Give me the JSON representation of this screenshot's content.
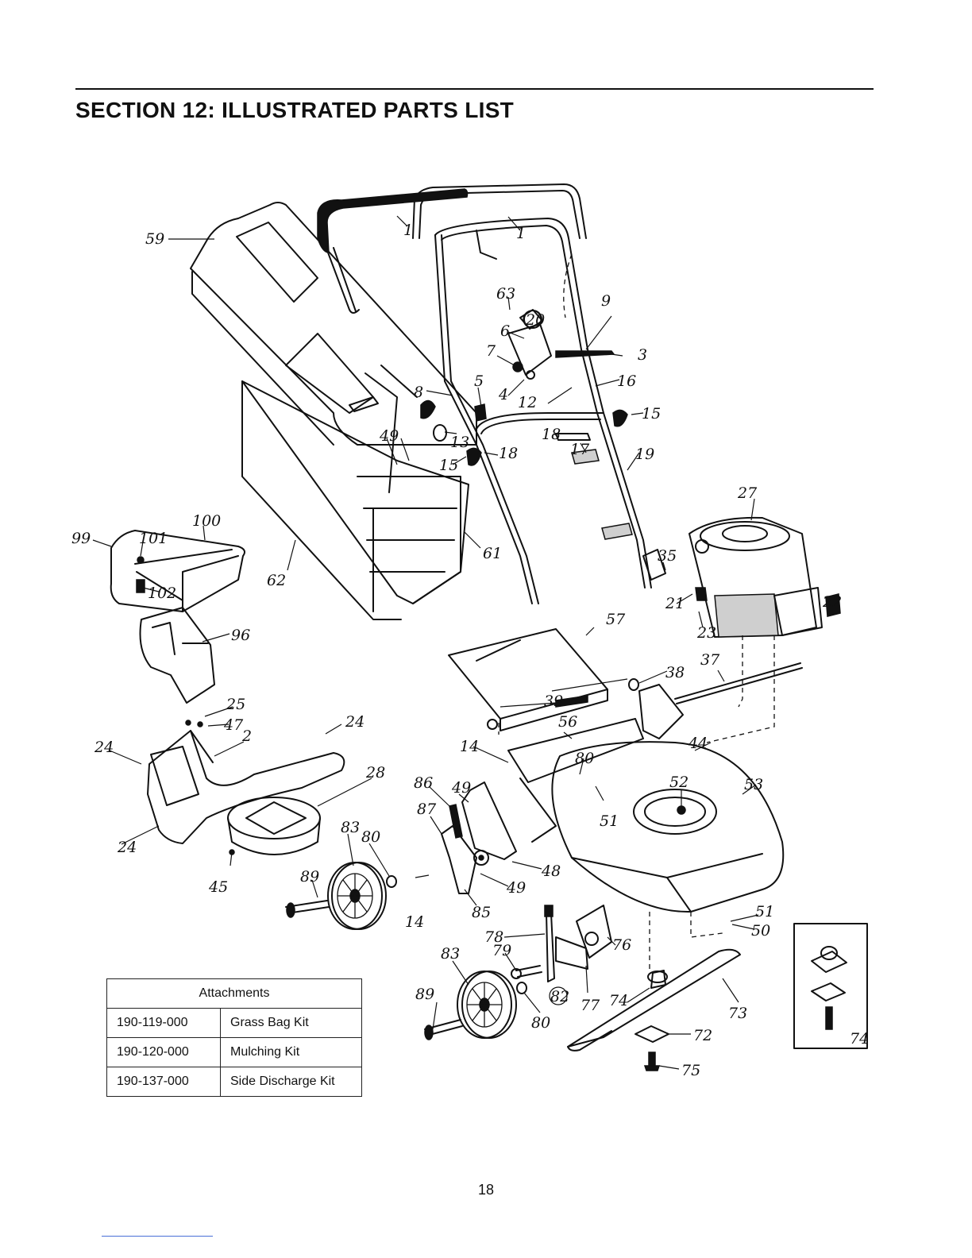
{
  "page": {
    "section_title": "SECTION 12:  ILLUSTRATED PARTS LIST",
    "page_number": "18"
  },
  "attachments": {
    "header": "Attachments",
    "rows": [
      {
        "part_number": "190-119-000",
        "description": "Grass Bag Kit"
      },
      {
        "part_number": "190-120-000",
        "description": "Mulching Kit"
      },
      {
        "part_number": "190-137-000",
        "description": "Side Discharge Kit"
      }
    ]
  },
  "callouts": {
    "c1a": "1",
    "c1b": "1",
    "c59": "59",
    "c63": "63",
    "c9": "9",
    "c6": "6",
    "c20": "20",
    "c3": "3",
    "c7": "7",
    "c4": "4",
    "c12": "12",
    "c16": "16",
    "c5": "5",
    "c8": "8",
    "c13": "13",
    "c15a": "15",
    "c15b": "15",
    "c18a": "18",
    "c18b": "18",
    "c17": "17",
    "c19": "19",
    "c49a": "49",
    "c27": "27",
    "c100": "100",
    "c99": "99",
    "c101": "101",
    "c102": "102",
    "c61": "61",
    "c62": "62",
    "c35": "35",
    "c57": "57",
    "c22": "22",
    "c21": "21",
    "c23": "23",
    "c96": "96",
    "c37": "37",
    "c38": "38",
    "c39": "39",
    "c25": "25",
    "c47": "47",
    "c2": "2",
    "c24a": "24",
    "c24b": "24",
    "c24c": "24",
    "c56": "56",
    "c14a": "14",
    "c44": "44",
    "c28": "28",
    "c80a": "80",
    "c86": "86",
    "c49b": "49",
    "c52": "52",
    "c53": "53",
    "c87": "87",
    "c51a": "51",
    "c83a": "83",
    "c80b": "80",
    "c48": "48",
    "c89a": "89",
    "c45": "45",
    "c49c": "49",
    "c85": "85",
    "c14b": "14",
    "c51b": "51",
    "c50": "50",
    "c78": "78",
    "c79": "79",
    "c76": "76",
    "c83b": "83",
    "c89b": "89",
    "c82": "82",
    "c77": "77",
    "c80c": "80",
    "c74a": "74",
    "c73": "73",
    "c72": "72",
    "c75": "75",
    "c74b": "74"
  }
}
